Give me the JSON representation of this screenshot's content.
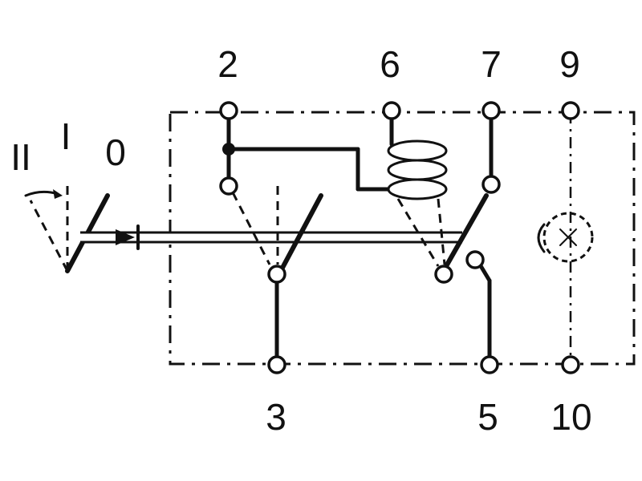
{
  "terminals": {
    "t2": "2",
    "t6": "6",
    "t7": "7",
    "t9": "9",
    "t3": "3",
    "t5": "5",
    "t10": "10"
  },
  "positions": {
    "pos_II": "II",
    "pos_I": "I",
    "pos_0": "0"
  }
}
